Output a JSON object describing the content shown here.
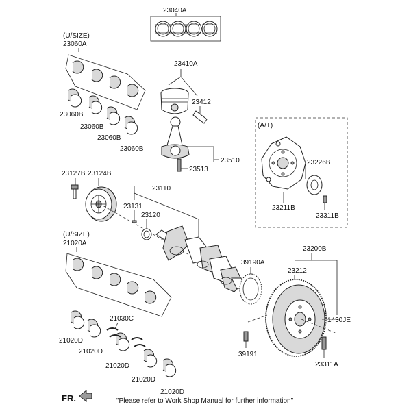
{
  "labels": {
    "rings": "23040A",
    "usize_top": "(U/SIZE)",
    "bearing_upper_set": "23060A",
    "piston": "23410A",
    "pin": "23412",
    "bearing_b1": "23060B",
    "bearing_b2": "23060B",
    "bearing_b3": "23060B",
    "bearing_b4": "23060B",
    "conrod": "23510",
    "conrod_bolt": "23513",
    "at_box": "(A/T)",
    "drive_plate": "23211B",
    "adapter_plate": "23226B",
    "at_bolt": "23311B",
    "pulley_bolt": "23127B",
    "pulley": "23124B",
    "crankshaft": "23110",
    "key": "23131",
    "sprocket": "23120",
    "usize_bottom": "(U/SIZE)",
    "main_bearing_set": "21020A",
    "flywheel_assy": "23200B",
    "ring_gear": "23212",
    "reluctor": "39190A",
    "flywheel_bolt": "1430JE",
    "sensor_bolt": "39191",
    "flywheel_bolt2": "23311A",
    "thrust_washer": "21030C",
    "main_d1": "21020D",
    "main_d2": "21020D",
    "main_d3": "21020D",
    "main_d4": "21020D",
    "main_d5": "21020D",
    "front": "FR.",
    "footnote": "\"Please refer to Work Shop Manual for further information\""
  }
}
